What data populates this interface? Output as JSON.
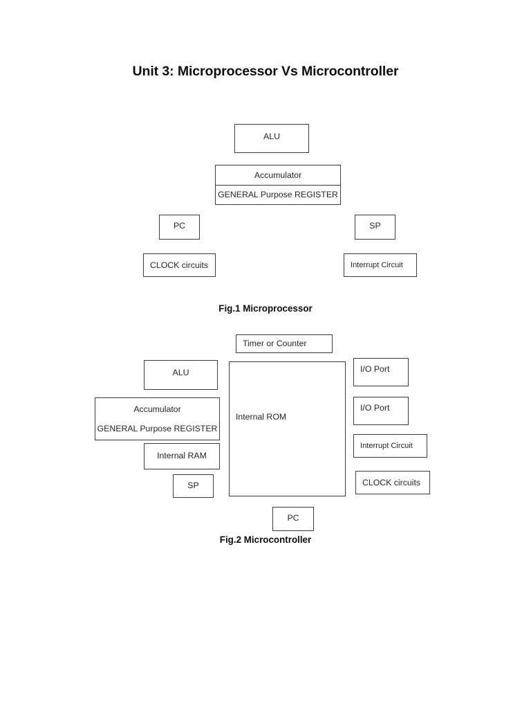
{
  "document": {
    "title": "Unit 3: Microprocessor Vs Microcontroller"
  },
  "figure1": {
    "caption": "Fig.1 Microprocessor",
    "blocks": {
      "alu": "ALU",
      "accumulator": "Accumulator",
      "general_purpose_register": "GENERAL Purpose REGISTER",
      "pc": "PC",
      "sp": "SP",
      "clock_circuits": "CLOCK circuits",
      "interrupt_circuit": "Interrupt Circuit"
    }
  },
  "figure2": {
    "caption": "Fig.2 Microcontroller",
    "blocks": {
      "timer_or_counter": "Timer or Counter",
      "alu": "ALU",
      "accumulator": "Accumulator",
      "general_purpose_register": "GENERAL Purpose REGISTER",
      "internal_ram": "Internal RAM",
      "sp": "SP",
      "internal_rom": "Internal ROM",
      "io_port_1": "I/O Port",
      "io_port_2": "I/O Port",
      "interrupt_circuit": "Interrupt Circuit",
      "clock_circuits": "CLOCK circuits",
      "pc": "PC"
    }
  },
  "style": {
    "page_background": "#ffffff",
    "box_border_color": "#3b3b3b",
    "text_color": "#252525",
    "heading_color": "#0d0d0d"
  }
}
